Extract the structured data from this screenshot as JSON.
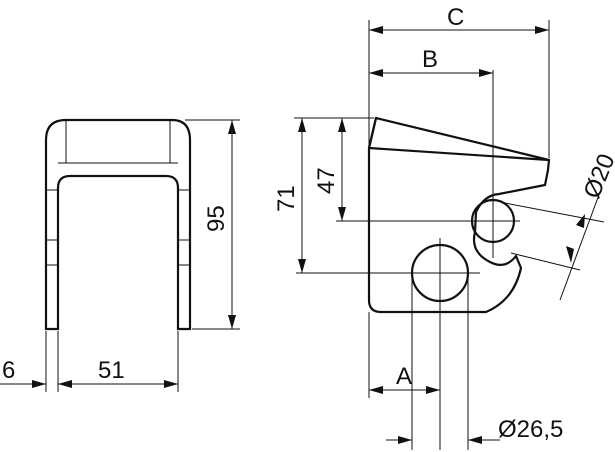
{
  "front_view": {
    "dims": {
      "height": "95",
      "inner_width": "51",
      "thickness": "6"
    }
  },
  "side_view": {
    "dims": {
      "C": "C",
      "B": "B",
      "A": "A",
      "h71": "71",
      "h47": "47",
      "d20": "Ø20",
      "d26": "Ø26,5"
    }
  },
  "colors": {
    "line": "#111111",
    "background": "#ffffff"
  }
}
